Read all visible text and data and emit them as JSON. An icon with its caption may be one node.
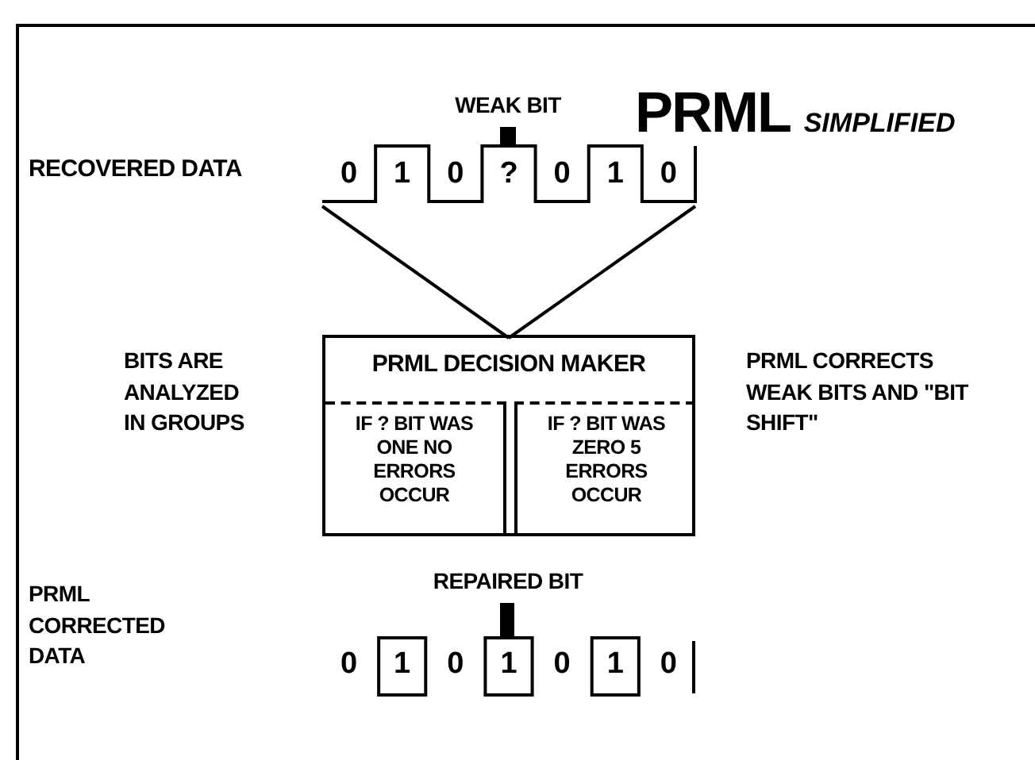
{
  "diagram": {
    "title": "PRML *SIMPLIFIED*",
    "nodes": [
      {
        "text": [
          "0",
          "1",
          "0",
          "?",
          "0",
          "1",
          "0"
        ]
      },
      {
        "text": [
          "PRML DECISION MAKER"
        ]
      },
      {
        "text": [
          "IF ? BIT WAS ONE NO ERRORS OCCUR"
        ],
        "in": 1
      },
      {
        "text": [
          "IF ? BIT WAS ZERO 5 ERRORS OCCUR"
        ],
        "in": 1
      },
      {
        "text": [
          "0",
          "1",
          "0",
          "1",
          "0",
          "1",
          "0"
        ]
      }
    ],
    "edges": [
      {
        "from": 0,
        "to": 1,
        "arrow": "none"
      }
    ],
    "labels": [
      "WEAK BIT",
      "RECOVERED DATA",
      "BITS ARE ANALYZED IN GROUPS",
      "PRML CORRECTS WEAK BITS AND \"BIT SHIFT\"",
      "PRML CORRECTED DATA",
      "REPAIRED BIT"
    ]
  }
}
